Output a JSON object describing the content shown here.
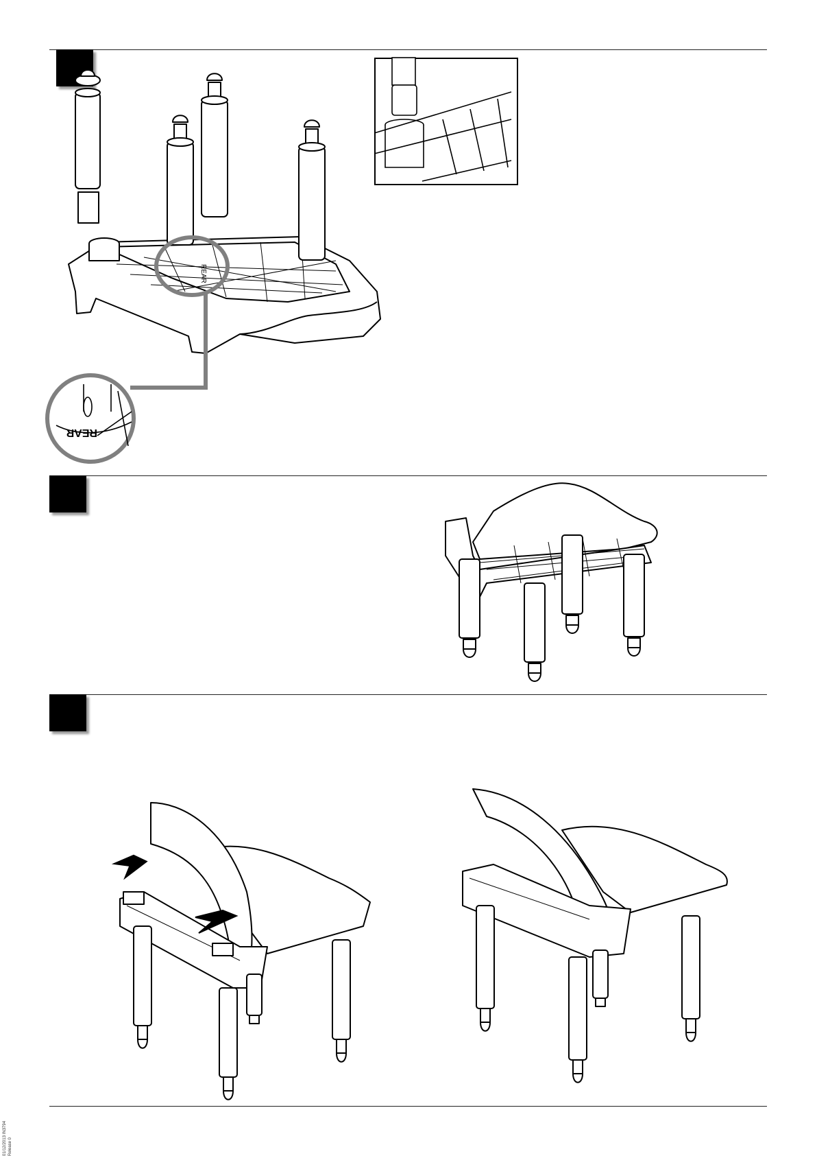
{
  "document": {
    "type": "assembly-instructions",
    "steps": [
      {
        "id": "step-1",
        "number": ""
      },
      {
        "id": "step-2",
        "number": ""
      },
      {
        "id": "step-3",
        "number": ""
      }
    ],
    "callout_label": "REAR",
    "footer_code_line1": "01/12/2013 IN3794",
    "footer_code_line2": "Release 0"
  },
  "colors": {
    "line": "#000000",
    "highlight_ring": "#808080",
    "page": "#ffffff",
    "shadow": "#9a9a9a"
  }
}
